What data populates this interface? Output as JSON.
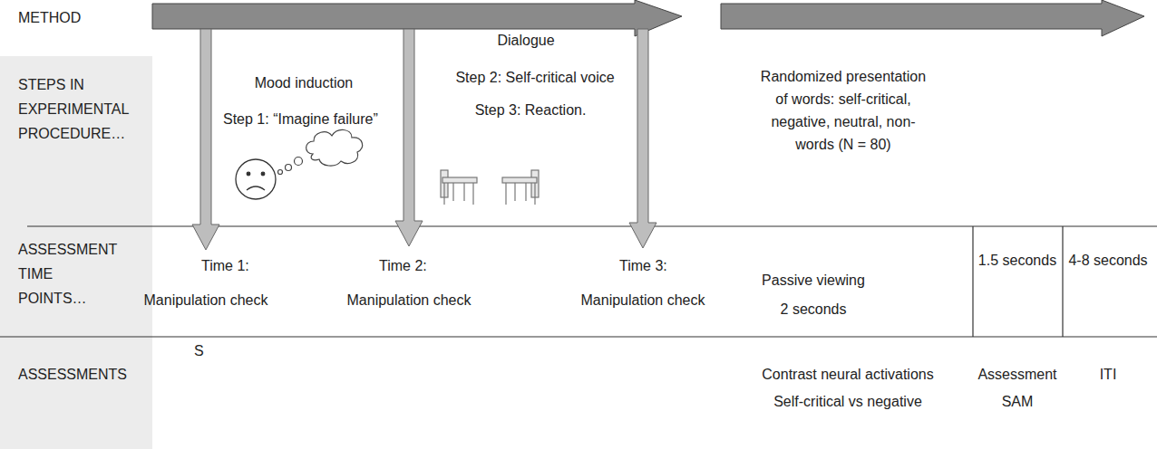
{
  "diagram": {
    "labels": [
      "METHOD",
      "STEPS IN EXPERIMENTAL PROCEDURE…",
      "Mood induction",
      "Step 1: “Imagine failure”",
      "Dialogue",
      "Step 2: Self-critical voice",
      "Step 3: Reaction.",
      "Randomized presentation of words: self-critical, negative, neutral, non-words (N = 80)",
      "ASSESSMENT TIME POINTS…",
      "Time 1:",
      "Manipulation check",
      "Time 2:",
      "Manipulation check",
      "Time 3:",
      "Manipulation check",
      "Passive viewing",
      "2 seconds",
      "1.5 seconds",
      "4-8 seconds",
      "S",
      "ASSESSMENTS",
      "Contrast neural activations",
      "Self-critical vs negative",
      "Assessment",
      "SAM",
      "ITI"
    ]
  }
}
